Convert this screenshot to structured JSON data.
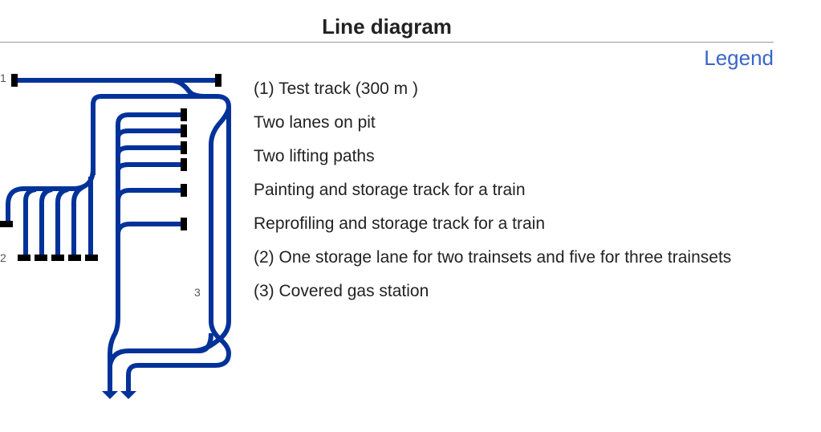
{
  "title": "Line diagram",
  "legend_label": "Legend",
  "legend_items": [
    "(1) Test track (300  m )",
    "Two lanes on pit",
    "Two lifting paths",
    "Painting and storage track for a train",
    "Reprofiling and storage track for a train",
    "(2) One storage lane for two trainsets and five for three trainsets",
    "(3) Covered gas station"
  ],
  "diagram_labels": {
    "one": "1",
    "two": "2",
    "three": "3"
  },
  "colors": {
    "track": "#00329a",
    "stop": "#000000",
    "legend": "#3a66c8"
  }
}
